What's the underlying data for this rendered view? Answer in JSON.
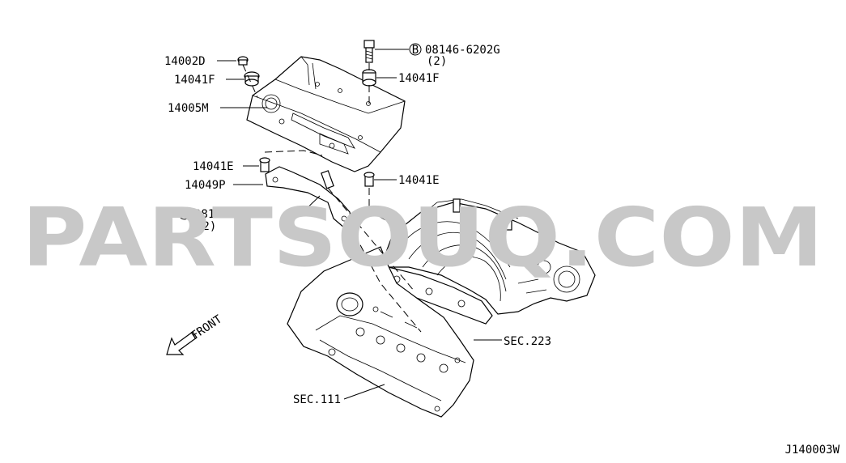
{
  "watermark": "PARTSOUQ.COM",
  "diagram_code": "J140003W",
  "front_label": "FRONT",
  "callouts": {
    "p14002D": "14002D",
    "p14041F_left": "14041F",
    "p14005M": "14005M",
    "p14041E_left": "14041E",
    "p14049P": "14049P",
    "bolt_081A6": "081A6-6121A",
    "bolt_081A6_qty": "(2)",
    "bolt_08146": "08146-6202G",
    "bolt_08146_qty": "(2)",
    "p14041F_right": "14041F",
    "p14041E_right": "14041E",
    "sec223": "SEC.223",
    "sec111": "SEC.111"
  },
  "bolt_marker": "B",
  "colors": {
    "line": "#000000",
    "watermark": "#c8c8c8",
    "background": "#ffffff"
  }
}
